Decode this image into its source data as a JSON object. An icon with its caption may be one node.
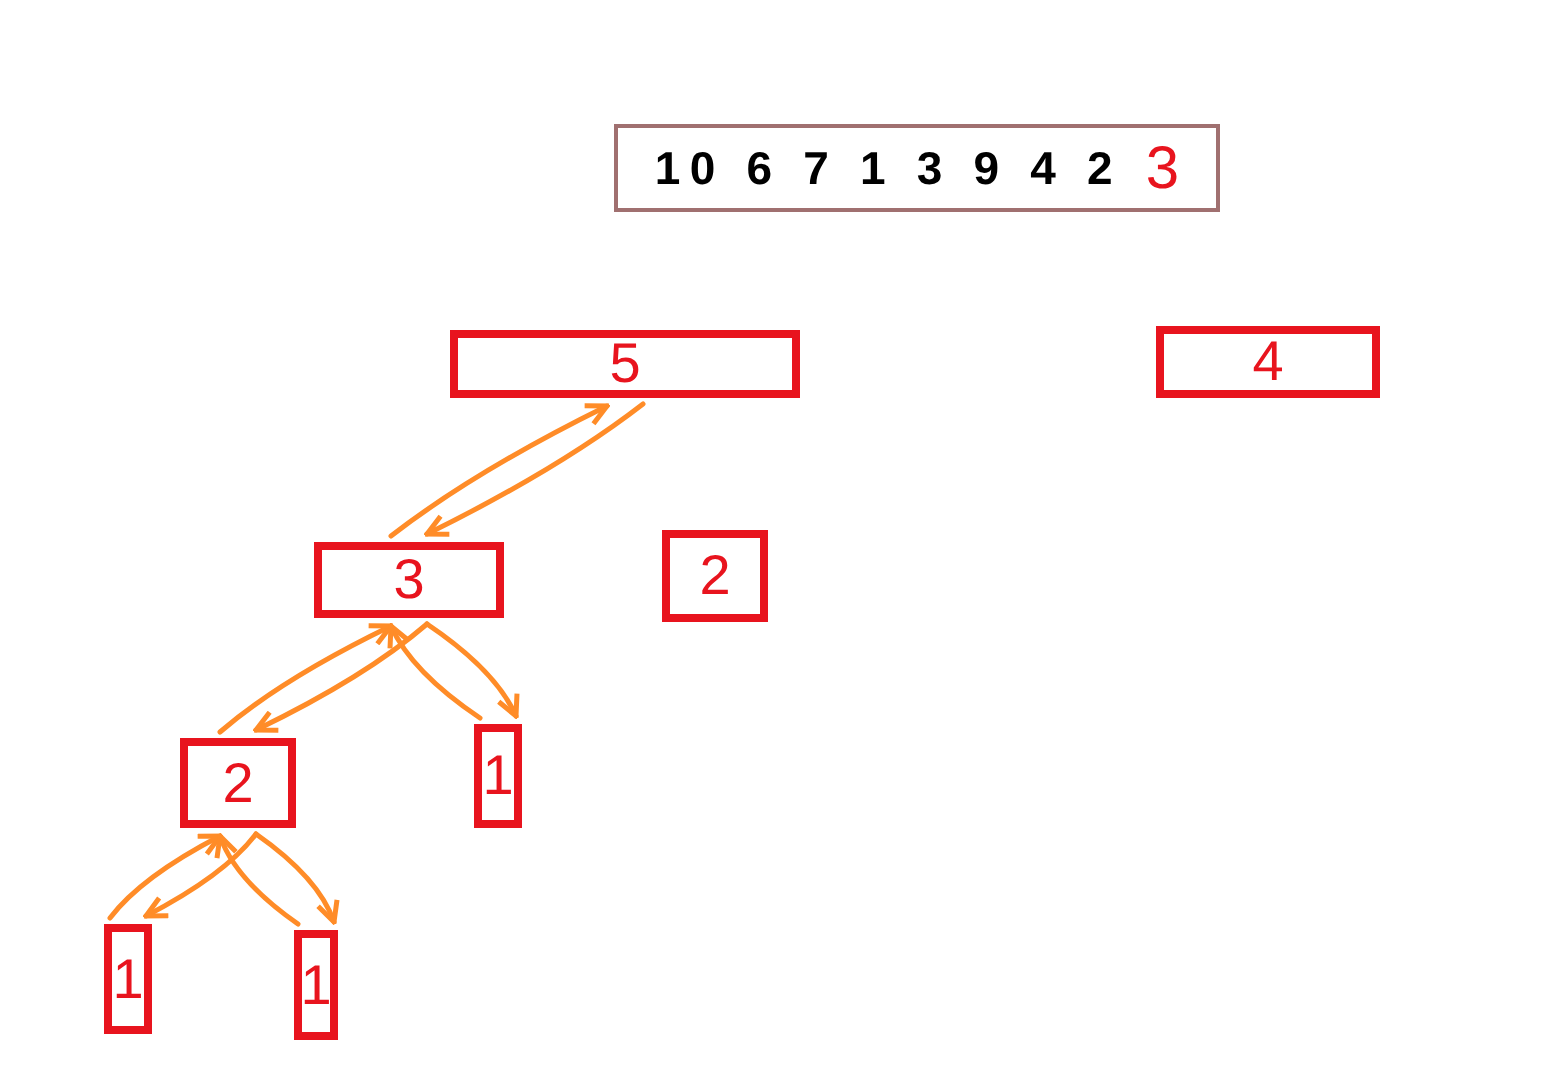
{
  "diagram": {
    "nodes": [
      {
        "text": [
          "10 6 7 1 3 9 4 2",
          "3"
        ]
      },
      {
        "text": [
          "5"
        ]
      },
      {
        "text": [
          "4"
        ]
      },
      {
        "text": [
          "3"
        ]
      },
      {
        "text": [
          "2"
        ]
      },
      {
        "text": [
          "2"
        ]
      },
      {
        "text": [
          "1"
        ]
      },
      {
        "text": [
          "1"
        ]
      },
      {
        "text": [
          "1"
        ]
      }
    ],
    "edges": [
      {
        "from": 3,
        "to": 1,
        "arrow": "to"
      },
      {
        "from": 1,
        "to": 3,
        "arrow": "to"
      },
      {
        "from": 5,
        "to": 3,
        "arrow": "to"
      },
      {
        "from": 3,
        "to": 5,
        "arrow": "to"
      },
      {
        "from": 3,
        "to": 6,
        "arrow": "to"
      },
      {
        "from": 6,
        "to": 3,
        "arrow": "to"
      },
      {
        "from": 7,
        "to": 5,
        "arrow": "to"
      },
      {
        "from": 5,
        "to": 7,
        "arrow": "to"
      },
      {
        "from": 8,
        "to": 5,
        "arrow": "to"
      },
      {
        "from": 5,
        "to": 8,
        "arrow": "to"
      }
    ]
  }
}
